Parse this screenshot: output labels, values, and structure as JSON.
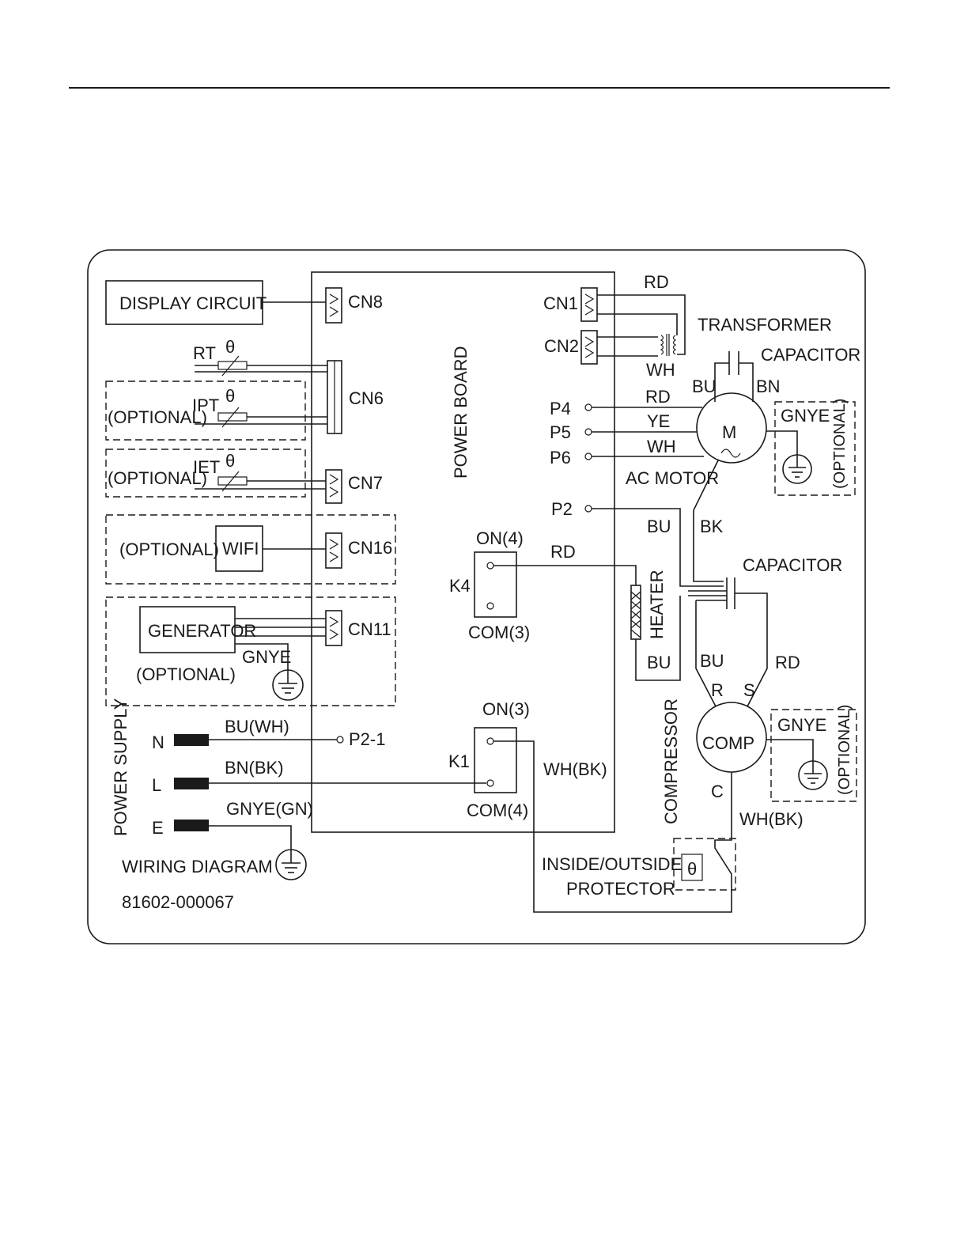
{
  "diagram": {
    "title": "WIRING DIAGRAM",
    "part_number": "81602-000067",
    "power_board": "POWER BOARD",
    "display_circuit": "DISPLAY CIRCUIT",
    "connectors": {
      "cn8": "CN8",
      "cn6": "CN6",
      "cn7": "CN7",
      "cn16": "CN16",
      "cn11": "CN11",
      "cn1": "CN1",
      "cn2": "CN2"
    },
    "sensors": {
      "rt": "RT",
      "ipt": "IPT",
      "iet": "IET",
      "theta": "θ"
    },
    "optional": "(OPTIONAL)",
    "wifi": "WIFI",
    "generator": "GENERATOR",
    "gnye": "GNYE",
    "ports": {
      "p4": "P4",
      "p5": "P5",
      "p6": "P6",
      "p2": "P2",
      "p2_1": "P2-1"
    },
    "relays": {
      "k4": "K4",
      "k4_on": "ON(4)",
      "k4_com": "COM(3)",
      "k1": "K1",
      "k1_on": "ON(3)",
      "k1_com": "COM(4)"
    },
    "transformer": "TRANSFORMER",
    "capacitor": "CAPACITOR",
    "motor_letter": "M",
    "ac_motor": "AC MOTOR",
    "heater": "HEATER",
    "compressor": "COMPRESSOR",
    "comp": "COMP",
    "comp_terminals": {
      "r": "R",
      "s": "S",
      "c": "C"
    },
    "protector_line1": "INSIDE/OUTSIDE",
    "protector_line2": "PROTECTOR",
    "power_supply": "POWER SUPPLY",
    "supply_terminals": {
      "n": "N",
      "l": "L",
      "e": "E"
    },
    "wire_colors": {
      "rd": "RD",
      "wh": "WH",
      "bu": "BU",
      "bn": "BN",
      "ye": "YE",
      "bk": "BK",
      "bu_wh": "BU(WH)",
      "bn_bk": "BN(BK)",
      "gnye_gn": "GNYE(GN)",
      "wh_bk": "WH(BK)"
    }
  }
}
